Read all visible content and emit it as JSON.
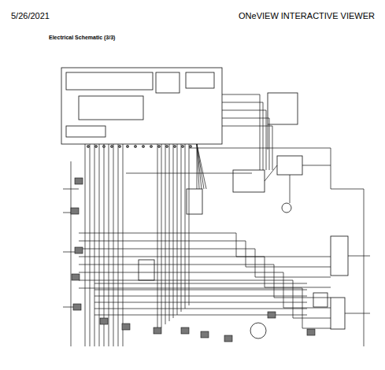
{
  "diagram": {
    "title": "Electrical Schematic (3/3)",
    "labels": [
      "5/26/2021",
      "ONeVIEW INTERACTIVE VIEWER"
    ]
  }
}
